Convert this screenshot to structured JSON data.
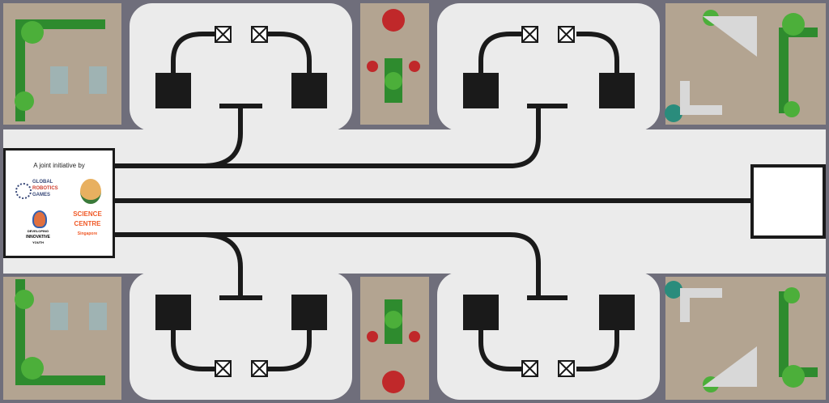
{
  "logo_panel": {
    "title": "A joint initiative by",
    "logos": [
      {
        "name": "global-robotics-games",
        "lines": [
          "GLOBAL",
          "ROBOTICS",
          "GAMES"
        ]
      },
      {
        "name": "partner-emblem"
      },
      {
        "name": "developing-innovative-youth",
        "lines": [
          "DEVELOPING",
          "INNOVATIVE",
          "YOUTH"
        ]
      },
      {
        "name": "science-centre-singapore",
        "lines": [
          "SCIENCE",
          "CENTRE",
          "Singapore"
        ]
      }
    ]
  },
  "colors": {
    "road": "#6f6e7b",
    "block": "#b3a491",
    "field": "#ebebeb",
    "track": "#1a1a1a",
    "grass": "#2e8b2e",
    "tree": "#4caf3a",
    "umbrella": "#c0282a"
  }
}
